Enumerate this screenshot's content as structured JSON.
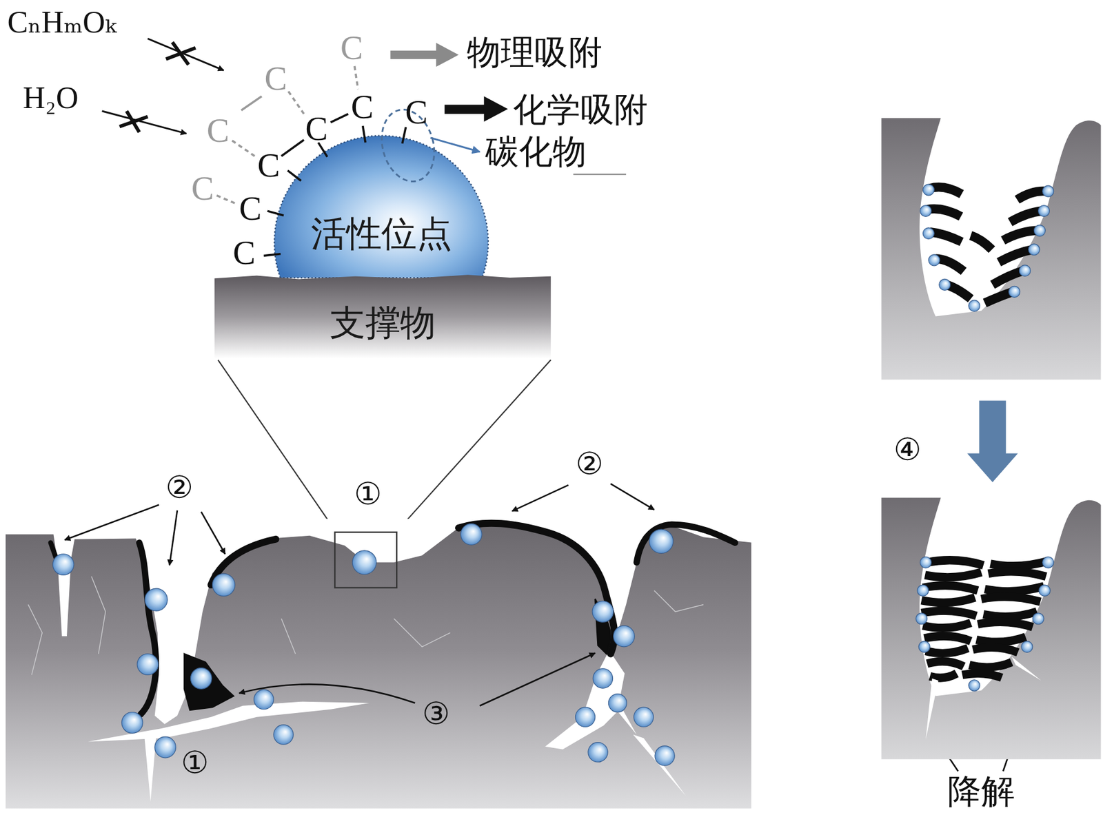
{
  "diagram": {
    "nodes": [
      {
        "text": [
          "活性位点"
        ]
      },
      {
        "text": [
          "支撑物"
        ]
      }
    ],
    "labels": [
      "CₙHₘOₖ",
      "C",
      "物理吸附",
      "C",
      "H₂O",
      "C",
      "化学吸附",
      "C",
      "C",
      "C",
      "碳化物",
      "C",
      "C",
      "C",
      "C",
      "②",
      "①",
      "②",
      "④",
      "③",
      "①",
      "降解"
    ]
  }
}
